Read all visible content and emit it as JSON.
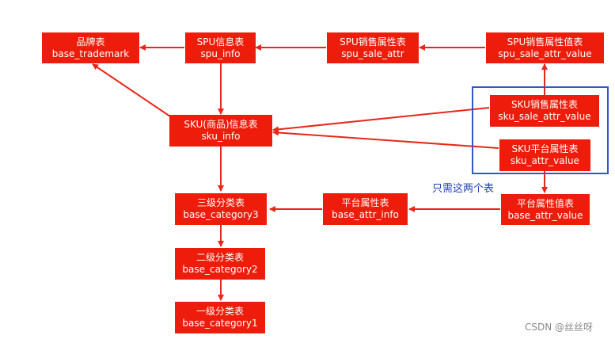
{
  "nodes": {
    "trademark": {
      "title": "品牌表",
      "table": "base_trademark"
    },
    "spu_info": {
      "title": "SPU信息表",
      "table": "spu_info"
    },
    "spu_sale_attr": {
      "title": "SPU销售属性表",
      "table": "spu_sale_attr"
    },
    "spu_sale_attr_value": {
      "title": "SPU销售属性值表",
      "table": "spu_sale_attr_value"
    },
    "sku_info": {
      "title": "SKU(商品)信息表",
      "table": "sku_info"
    },
    "sku_sale_attr_value": {
      "title": "SKU销售属性表",
      "table": "sku_sale_attr_value"
    },
    "sku_attr_value": {
      "title": "SKU平台属性表",
      "table": "sku_attr_value"
    },
    "category3": {
      "title": "三级分类表",
      "table": "base_category3"
    },
    "attr_info": {
      "title": "平台属性表",
      "table": "base_attr_info"
    },
    "attr_value": {
      "title": "平台属性值表",
      "table": "base_attr_value"
    },
    "category2": {
      "title": "二级分类表",
      "table": "base_category2"
    },
    "category1": {
      "title": "一级分类表",
      "table": "base_category1"
    }
  },
  "annotation": "只需这两个表",
  "watermark": "CSDN @丝丝呀",
  "colors": {
    "node_fill": "#ee1c0a",
    "arrow": "#e8271a",
    "highlight": "#3355cc",
    "note": "#1f3fb0"
  }
}
